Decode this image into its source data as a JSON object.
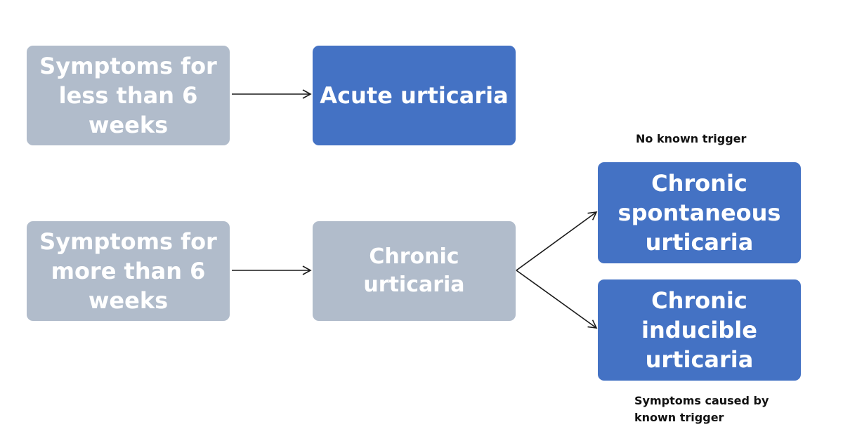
{
  "colors": {
    "grey_box": "#b1bccb",
    "blue_box": "#4472c4",
    "box_text": "#ffffff",
    "connector": "#1a1a1a",
    "note_text": "#111111"
  },
  "boxes": {
    "acute_condition": "Symptoms for\nless than 6\nweeks",
    "acute_result": "Acute urticaria",
    "chronic_condition": "Symptoms for\nmore than 6\nweeks",
    "chronic_result": "Chronic urticaria",
    "spontaneous": "Chronic\nspontaneous\nurticaria",
    "inducible": "Chronic\ninducible\nurticaria"
  },
  "notes": {
    "no_trigger": "No known trigger",
    "known_trigger": "Symptoms caused by\nknown trigger"
  }
}
